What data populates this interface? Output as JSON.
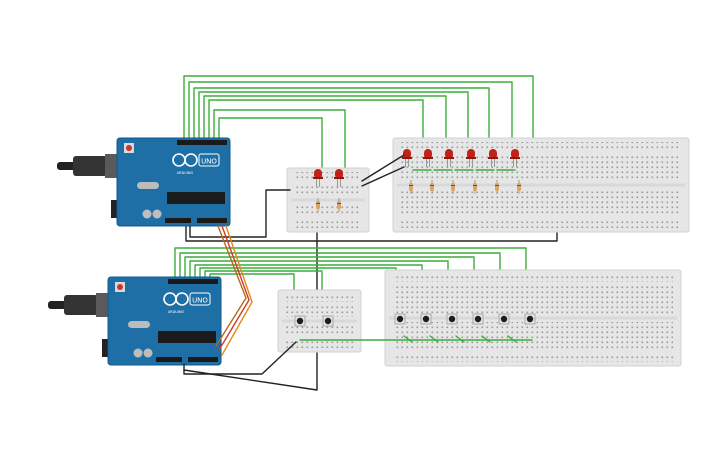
{
  "arduino_boards": [
    {
      "name": "arduino-uno-top",
      "logo": "UNO",
      "brand": "ARDUINO"
    },
    {
      "name": "arduino-uno-bottom",
      "logo": "UNO",
      "brand": "ARDUINO"
    }
  ],
  "breadboards": [
    {
      "name": "breadboard-small-top"
    },
    {
      "name": "breadboard-large-top"
    },
    {
      "name": "breadboard-small-bottom"
    },
    {
      "name": "breadboard-large-bottom"
    }
  ],
  "components": {
    "led_count_small": 2,
    "led_count_large": 6,
    "button_count_small": 2,
    "button_count_large": 6
  },
  "colors": {
    "board_blue": "#1d6fa6",
    "board_dark": "#135a8a",
    "breadboard": "#e6e6e6",
    "wire_green": "#3cae3c",
    "wire_black": "#222222",
    "wire_red": "#d33a2c",
    "wire_orange": "#e08b1c",
    "led_red": "#c0221a",
    "usb_grey": "#5a5a5a"
  }
}
